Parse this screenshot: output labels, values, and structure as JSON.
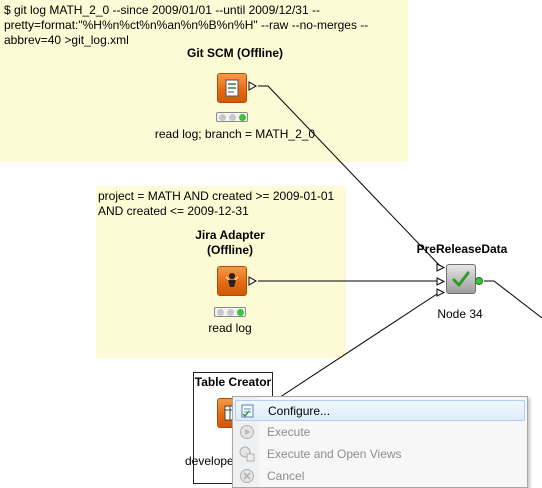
{
  "annotations": [
    {
      "id": "git",
      "text": "$ git log MATH_2_0 --since 2009/01/01 --until 2009/12/31 --\npretty=format:\"%H%n%ct%n%an%n%B%n%H\" --raw --no-merges --\nabbrev=40 >git_log.xml"
    },
    {
      "id": "jira",
      "text": "project = MATH AND created >= 2009-01-01\nAND created <= 2009-12-31"
    }
  ],
  "nodes": {
    "git_scm": {
      "title": "Git SCM (Offline)",
      "label": "read log; branch = MATH_2_0",
      "status": "green"
    },
    "jira": {
      "title": "Jira Adapter\n(Offline)",
      "label": "read log",
      "status": "green"
    },
    "prerelease": {
      "title": "PreReleaseData",
      "label": "Node 34",
      "status": "green"
    },
    "table_creator": {
      "title": "Table Creator",
      "label": "developer"
    }
  },
  "context_menu": {
    "items": [
      {
        "label": "Configure...",
        "icon": "configure-icon",
        "enabled": true,
        "highlighted": true
      },
      {
        "label": "Execute",
        "icon": "execute-icon",
        "enabled": false
      },
      {
        "label": "Execute and Open Views",
        "icon": "execute-open-views-icon",
        "enabled": false
      },
      {
        "label": "Cancel",
        "icon": "cancel-icon",
        "enabled": false
      }
    ]
  },
  "colors": {
    "annotation_bg": "#fdfbd6",
    "node_orange": "#e56a12",
    "status_green": "#3cc43c",
    "menu_highlight": "#dcebfc"
  }
}
